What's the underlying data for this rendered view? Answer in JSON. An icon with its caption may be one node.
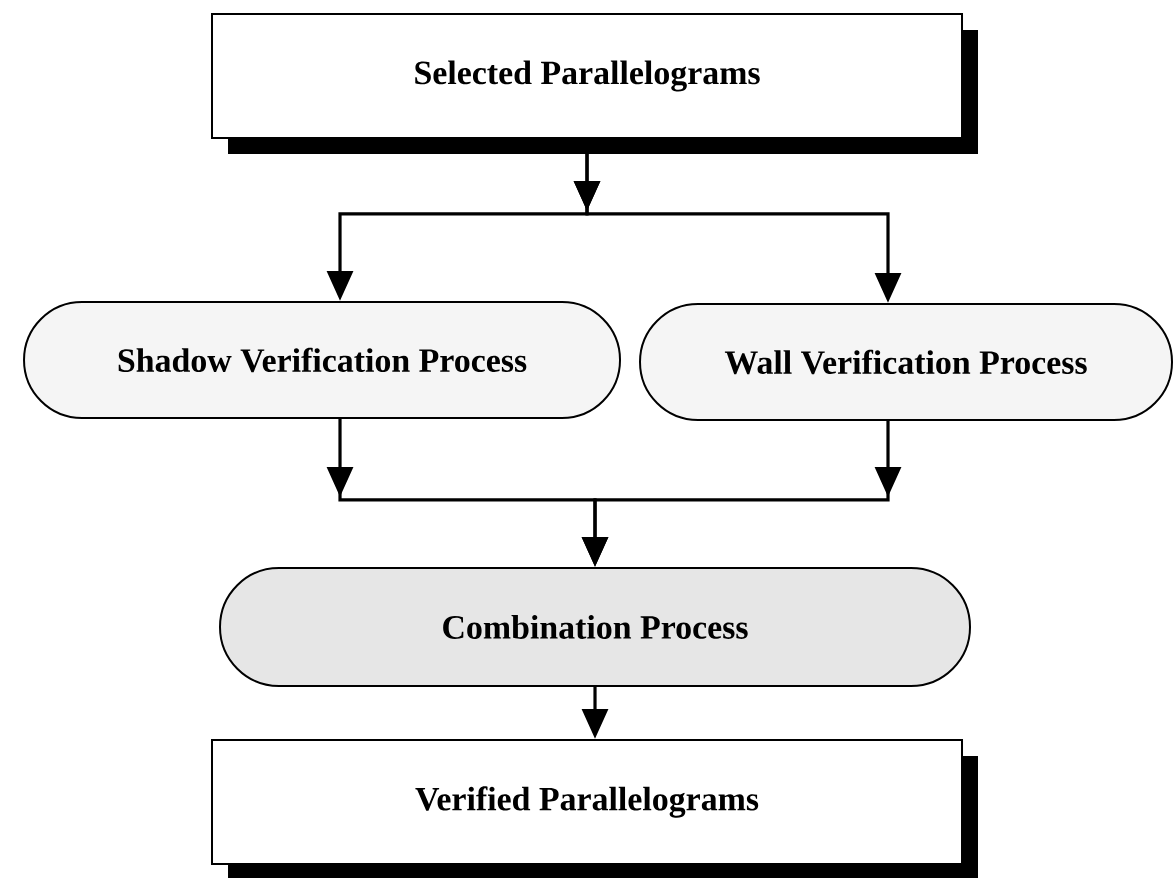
{
  "diagram": {
    "nodes": [
      {
        "text": [
          "Selected Parallelograms"
        ]
      },
      {
        "text": [
          "Shadow Verification Process"
        ]
      },
      {
        "text": [
          "Wall Verification Process"
        ]
      },
      {
        "text": [
          "Combination Process"
        ]
      },
      {
        "text": [
          "Verified Parallelograms"
        ]
      }
    ],
    "edges": [
      {
        "from": 0,
        "to": 1,
        "arrow": "to"
      },
      {
        "from": 0,
        "to": 2,
        "arrow": "to"
      },
      {
        "from": 1,
        "to": 3,
        "arrow": "to"
      },
      {
        "from": 2,
        "to": 3,
        "arrow": "to"
      },
      {
        "from": 3,
        "to": 4,
        "arrow": "to"
      }
    ]
  }
}
